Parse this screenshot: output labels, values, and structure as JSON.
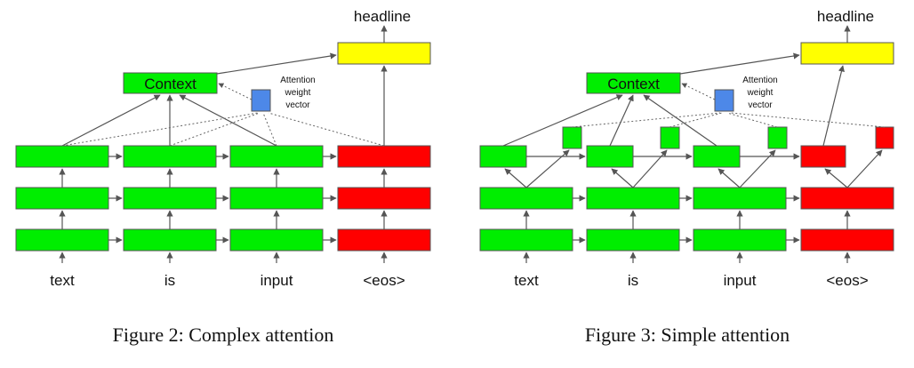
{
  "colors": {
    "green": "#00ee00",
    "red": "#ff0000",
    "yellow": "#ffff00",
    "blue": "#4d88e8"
  },
  "figures": [
    {
      "caption": "Figure 2: Complex attention",
      "context_label": "Context",
      "attention_label": [
        "Attention",
        "weight",
        "vector"
      ],
      "output_label": "headline",
      "input_tokens": [
        "text",
        "is",
        "input",
        "<eos>"
      ]
    },
    {
      "caption": "Figure 3: Simple attention",
      "context_label": "Context",
      "attention_label": [
        "Attention",
        "weight",
        "vector"
      ],
      "output_label": "headline",
      "input_tokens": [
        "text",
        "is",
        "input",
        "<eos>"
      ]
    }
  ]
}
